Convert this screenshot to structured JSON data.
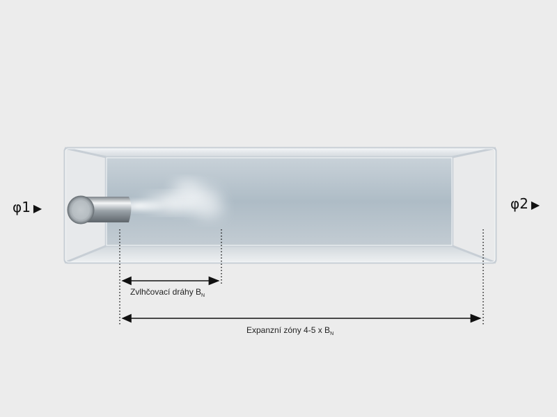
{
  "labels": {
    "phi_in": "φ1",
    "phi_out": "φ2",
    "arrow": "▶",
    "humidification_path": "Zvlhčovací dráhy B",
    "humidification_sub": "N",
    "expansion_zone": "Expanzní zóny 4-5 x B",
    "expansion_sub": "N"
  },
  "icons": {
    "nozzle": "nozzle-icon",
    "steam": "steam-icon",
    "direction": "play-arrow-icon"
  },
  "colors": {
    "background": "#ececec",
    "duct_frame": "#c4ccd4",
    "duct_back": "#b4c2cc",
    "text": "#111111"
  }
}
